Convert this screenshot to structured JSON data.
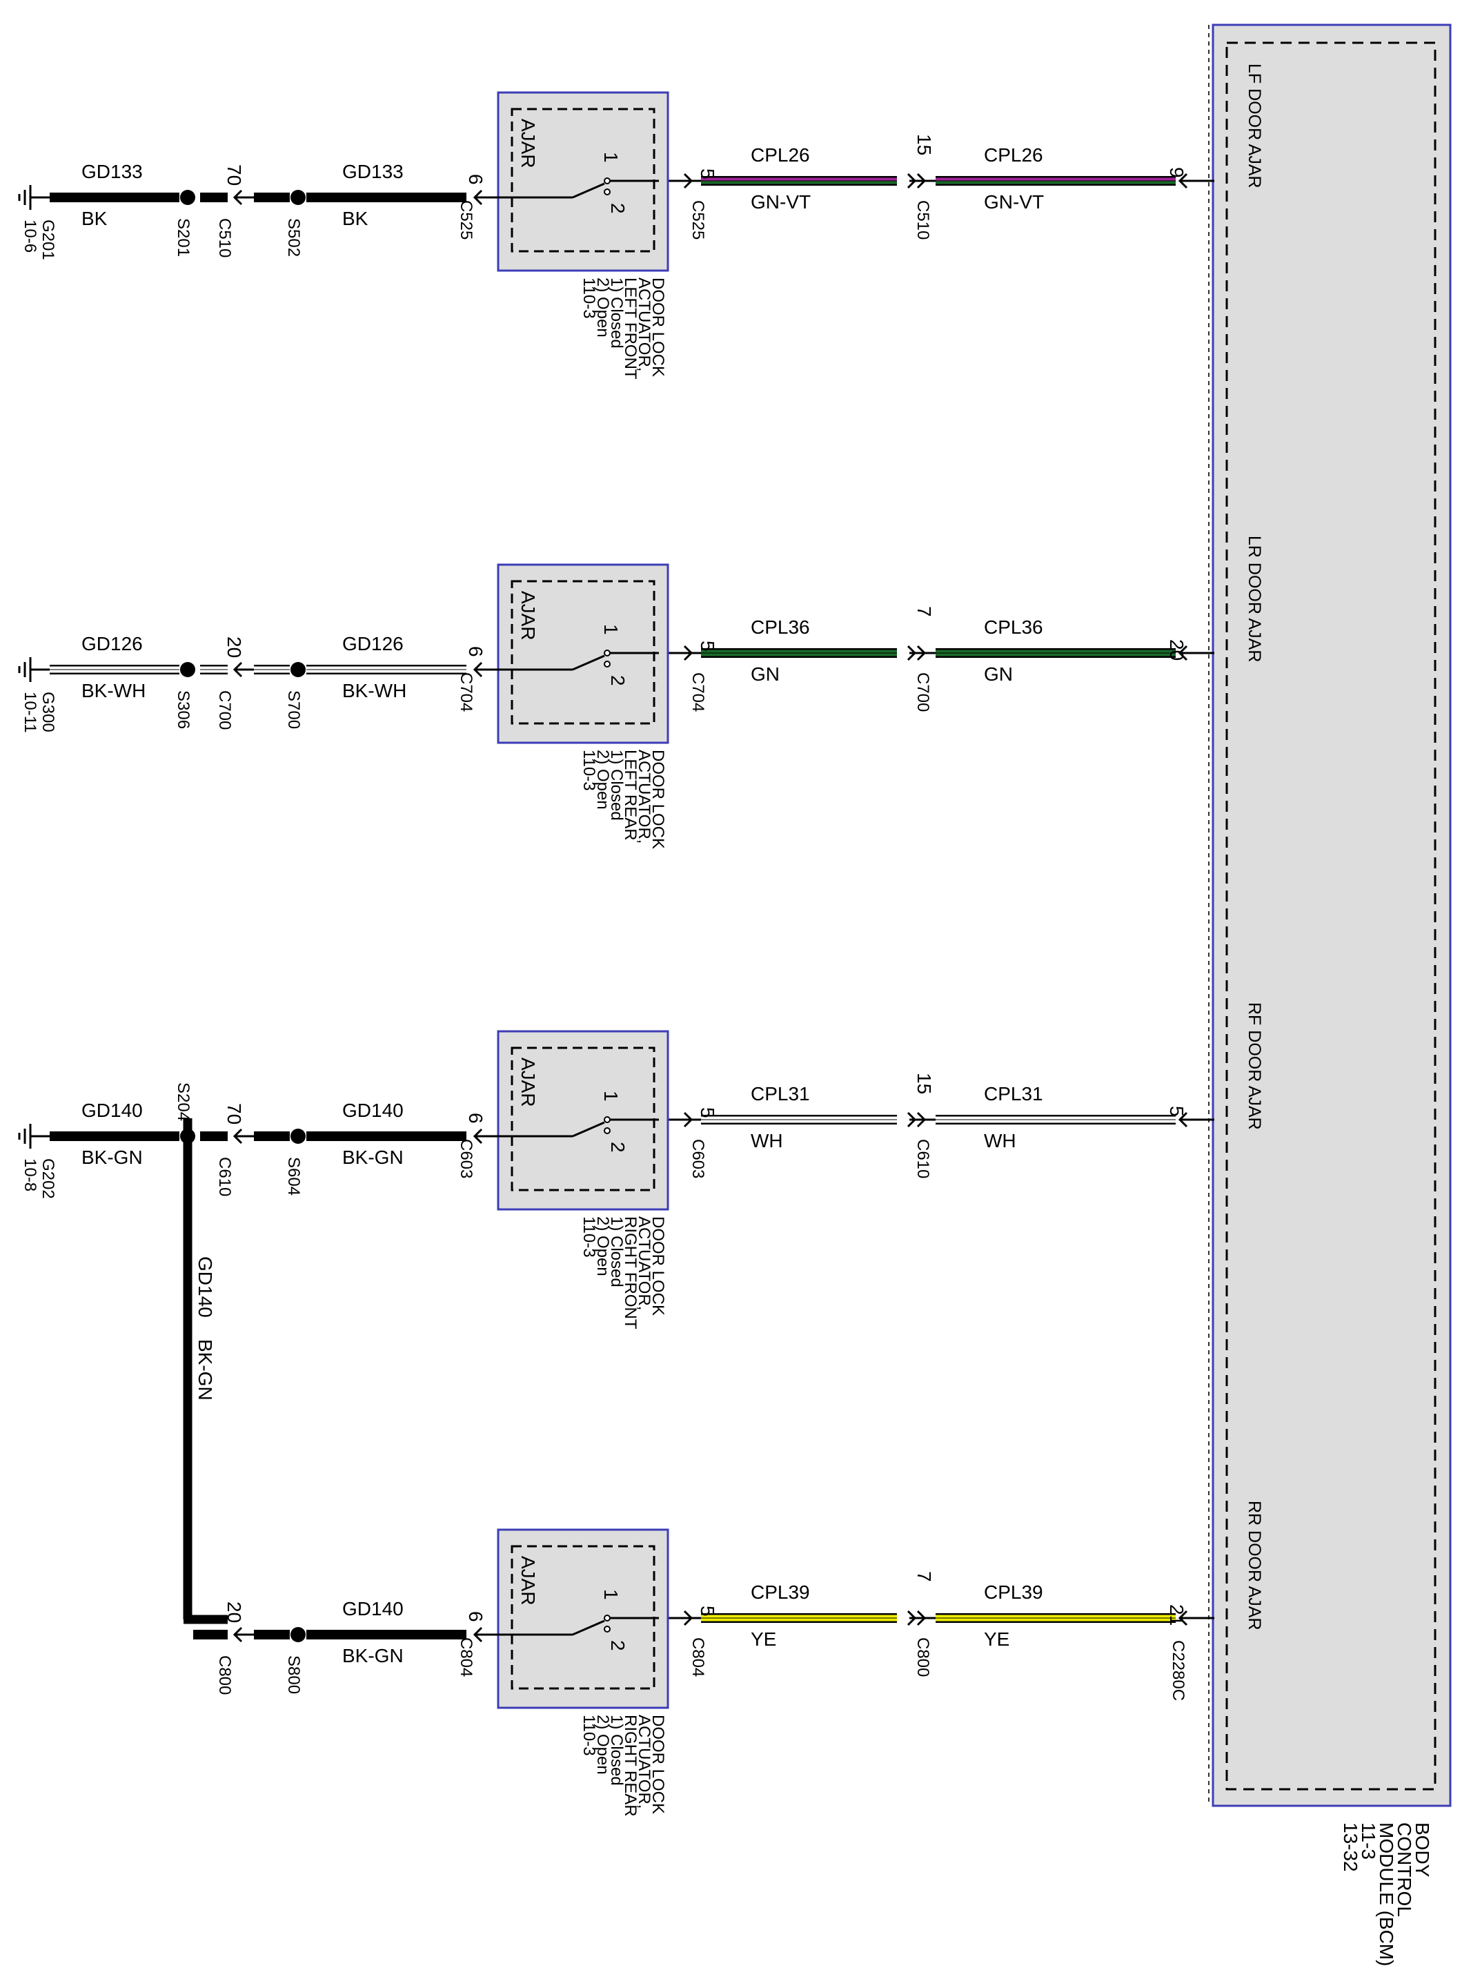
{
  "bcm": {
    "label_lines": [
      "BODY",
      "CONTROL",
      "MODULE (BCM)",
      "11-3",
      "13-32"
    ],
    "fill": "#dddddd",
    "border": "#3d3db8"
  },
  "circuits": [
    {
      "id": "lf",
      "module_pin": "9",
      "module_pin_label": "LF DOOR AJAR",
      "module_connector": "",
      "signal_circuit": "CPL26",
      "signal_color": "GN-VT",
      "wire_colors": [
        "#a0229b",
        "#1a6a2a"
      ],
      "signal_inline_connector": "C510",
      "signal_inline_pin": "15",
      "actuator_connector": "C525",
      "actuator_signal_pin": "5",
      "actuator_ground_pin": "6",
      "switch_tag": "AJAR",
      "switch_pos1": "1",
      "switch_pos2": "2",
      "actuator_label_lines": [
        "DOOR LOCK",
        "ACTUATOR,",
        "LEFT FRONT",
        "1) Closed",
        "2) Open",
        "110-3"
      ],
      "ground_circuit_a": "GD133",
      "ground_color_a": "BK",
      "splice_near_actuator": "S502",
      "ground_inline_connector": "C510",
      "ground_inline_pin": "70",
      "splice_near_ground": "S201",
      "ground_circuit_b": "GD133",
      "ground_color_b": "BK",
      "ground_name": "G201",
      "ground_ref": "10-6"
    },
    {
      "id": "lr",
      "module_pin": "20",
      "module_pin_label": "LR DOOR AJAR",
      "module_connector": "",
      "signal_circuit": "CPL36",
      "signal_color": "GN",
      "wire_colors": [
        "#1a6a2a",
        "#1a6a2a"
      ],
      "signal_inline_connector": "C700",
      "signal_inline_pin": "7",
      "actuator_connector": "C704",
      "actuator_signal_pin": "5",
      "actuator_ground_pin": "6",
      "switch_tag": "AJAR",
      "switch_pos1": "1",
      "switch_pos2": "2",
      "actuator_label_lines": [
        "DOOR LOCK",
        "ACTUATOR,",
        "LEFT REAR",
        "1) Closed",
        "2) Open",
        "110-3"
      ],
      "ground_circuit_a": "GD126",
      "ground_color_a": "BK-WH",
      "splice_near_actuator": "S700",
      "ground_inline_connector": "C700",
      "ground_inline_pin": "20",
      "splice_near_ground": "S306",
      "ground_circuit_b": "GD126",
      "ground_color_b": "BK-WH",
      "ground_name": "G300",
      "ground_ref": "10-11"
    },
    {
      "id": "rf",
      "module_pin": "5",
      "module_pin_label": "RF DOOR AJAR",
      "module_connector": "",
      "signal_circuit": "CPL31",
      "signal_color": "WH",
      "wire_colors": [
        "#ffffff",
        "#ffffff"
      ],
      "signal_inline_connector": "C610",
      "signal_inline_pin": "15",
      "actuator_connector": "C603",
      "actuator_signal_pin": "5",
      "actuator_ground_pin": "6",
      "switch_tag": "AJAR",
      "switch_pos1": "1",
      "switch_pos2": "2",
      "actuator_label_lines": [
        "DOOR LOCK",
        "ACTUATOR,",
        "RIGHT FRONT",
        "1) Closed",
        "2) Open",
        "110-3"
      ],
      "ground_circuit_a": "GD140",
      "ground_color_a": "BK-GN",
      "splice_near_actuator": "S604",
      "ground_inline_connector": "C610",
      "ground_inline_pin": "70",
      "splice_near_ground": "S204",
      "ground_circuit_b": "GD140",
      "ground_color_b": "BK-GN",
      "ground_name": "G202",
      "ground_ref": "10-8"
    },
    {
      "id": "rr",
      "module_pin": "21",
      "module_pin_label": "RR DOOR AJAR",
      "module_connector": "C2280C",
      "signal_circuit": "CPL39",
      "signal_color": "YE",
      "wire_colors": [
        "#f0ee00",
        "#f0ee00"
      ],
      "signal_inline_connector": "C800",
      "signal_inline_pin": "7",
      "actuator_connector": "C804",
      "actuator_signal_pin": "5",
      "actuator_ground_pin": "6",
      "switch_tag": "AJAR",
      "switch_pos1": "1",
      "switch_pos2": "2",
      "actuator_label_lines": [
        "DOOR LOCK",
        "ACTUATOR,",
        "RIGHT REAR",
        "1) Closed",
        "2) Open",
        "110-3"
      ],
      "ground_circuit_a": "GD140",
      "ground_color_a": "BK-GN",
      "splice_near_actuator": "S800",
      "ground_inline_connector": "C800",
      "ground_inline_pin": "20",
      "splice_near_ground": "",
      "ground_circuit_b": "",
      "ground_color_b": "",
      "ground_name": "",
      "ground_ref": ""
    }
  ],
  "link_wire": {
    "circuit": "GD140",
    "color": "BK-GN"
  },
  "colors": {
    "box_border": "#3d3db8",
    "box_fill": "#dddddd",
    "ground_wire": "#000000"
  }
}
